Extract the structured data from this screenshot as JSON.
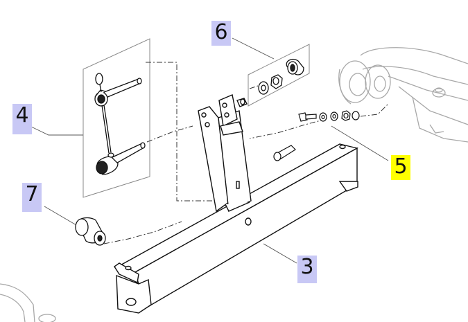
{
  "callouts": [
    {
      "id": "3",
      "label": "3"
    },
    {
      "id": "4",
      "label": "4"
    },
    {
      "id": "5",
      "label": "5"
    },
    {
      "id": "6",
      "label": "6"
    },
    {
      "id": "7",
      "label": "7"
    }
  ],
  "colors": {
    "callout_default_bg": "#c8c8f5",
    "callout_selected_bg": "#ffff00",
    "line": "#222222",
    "ghost_line": "#a8a8a8",
    "panel_stroke": "#888888"
  },
  "selected_callout": "5"
}
